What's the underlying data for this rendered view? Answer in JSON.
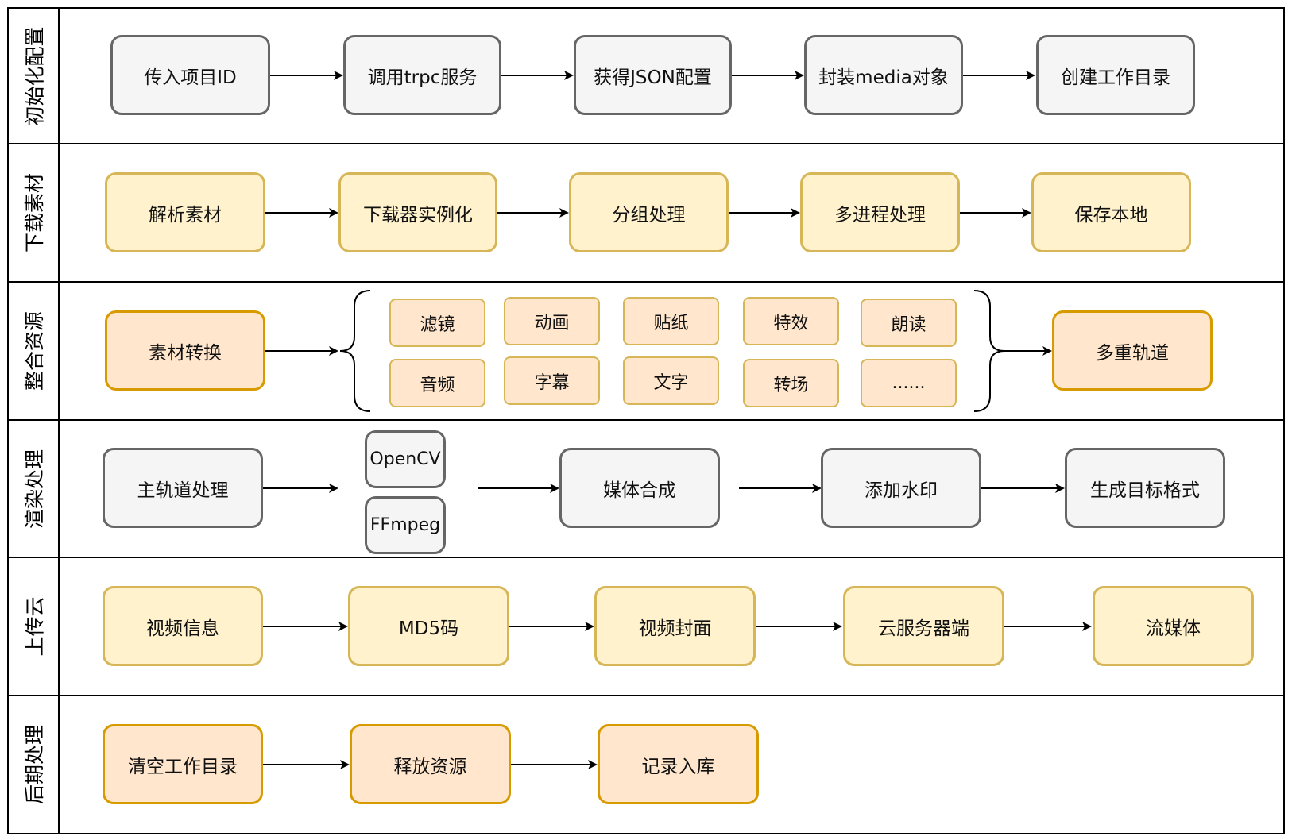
{
  "lanes": [
    {
      "label": "初始化配置",
      "nodes": [
        "传入项目ID",
        "调用trpc服务",
        "获得JSON配置",
        "封装media对象",
        "创建工作目录"
      ]
    },
    {
      "label": "下载素材",
      "nodes": [
        "解析素材",
        "下载器实例化",
        "分组处理",
        "多进程处理",
        "保存本地"
      ]
    },
    {
      "label": "整合资源",
      "start": "素材转换",
      "group": [
        "滤镜",
        "动画",
        "贴纸",
        "特效",
        "朗读",
        "音频",
        "字幕",
        "文字",
        "转场",
        "......"
      ],
      "end": "多重轨道"
    },
    {
      "label": "渲染处理",
      "start": "主轨道处理",
      "tools": [
        "OpenCV",
        "FFmpeg"
      ],
      "nodes": [
        "媒体合成",
        "添加水印",
        "生成目标格式"
      ]
    },
    {
      "label": "上传云",
      "nodes": [
        "视频信息",
        "MD5码",
        "视频封面",
        "云服务器端",
        "流媒体"
      ]
    },
    {
      "label": "后期处理",
      "nodes": [
        "清空工作目录",
        "释放资源",
        "记录入库"
      ]
    }
  ],
  "colors": {
    "gray_fill": "#f5f5f5",
    "gray_stroke": "#666666",
    "yellow_fill": "#fff2cc",
    "yellow_stroke": "#d6b656",
    "orange_fill": "#ffe6cc",
    "orange_stroke": "#d79b00"
  }
}
